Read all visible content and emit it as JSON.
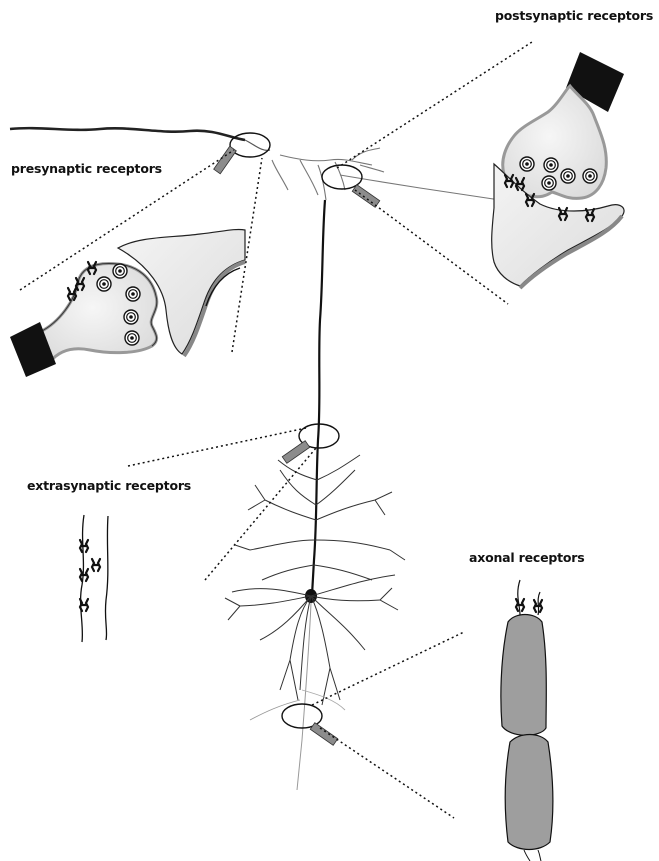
{
  "labels": {
    "postsynaptic": "postsynaptic receptors",
    "presynaptic": "presynaptic receptors",
    "extrasynaptic": "extrasynaptic receptors",
    "axonal": "axonal receptors"
  },
  "colors": {
    "line": "#111111",
    "terminal_fill": "#e6e6e6",
    "terminal_edge": "#9a9a9a",
    "electrode": "#1a1a1a",
    "pipette": "#8c8c8c",
    "myelin": "#9e9e9e",
    "dendrite_light": "#8a8a8a"
  },
  "icons": [
    "patch-pipette-icon",
    "receptor-icon",
    "vesicle-icon",
    "electrode-icon"
  ]
}
